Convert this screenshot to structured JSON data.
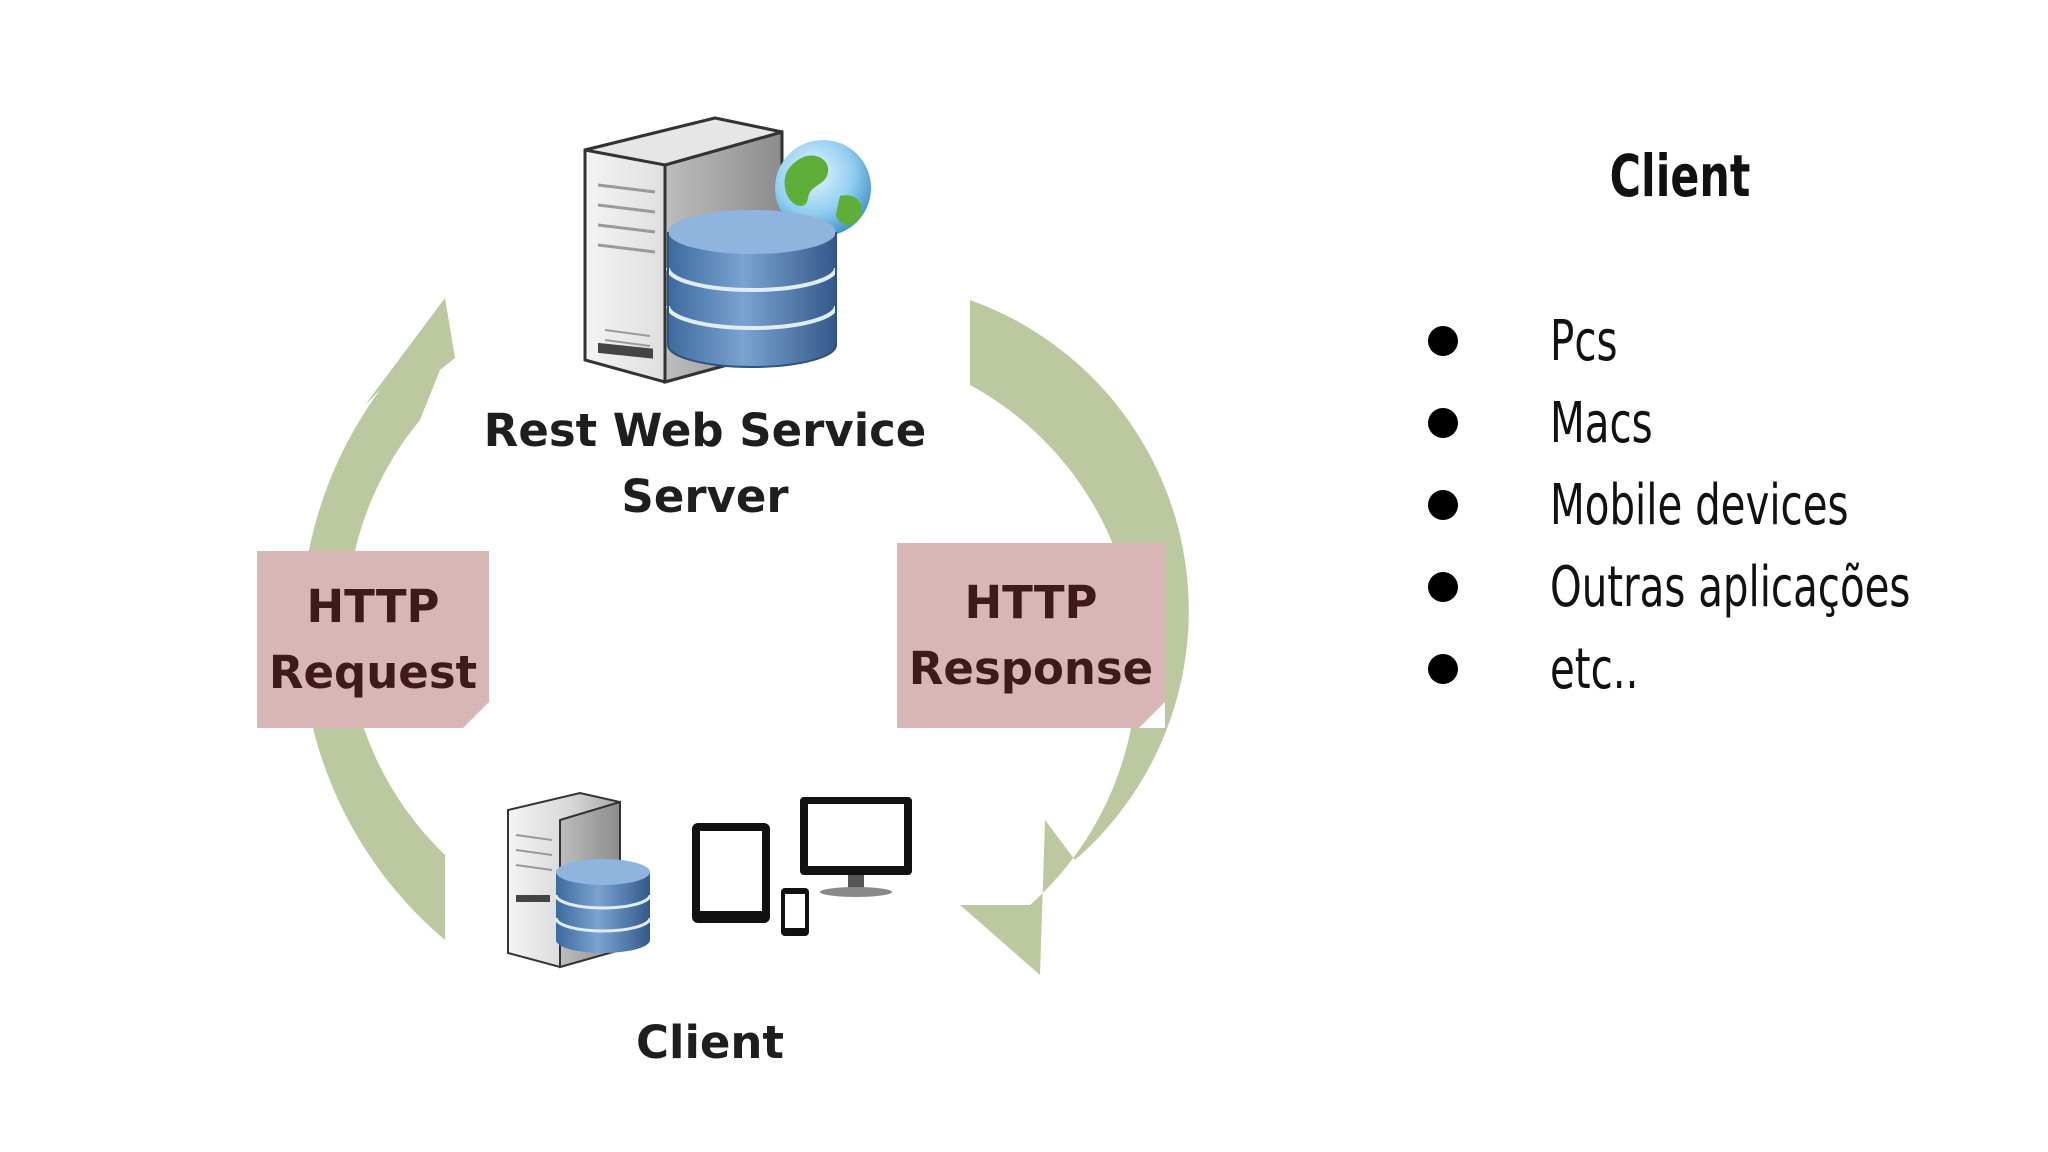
{
  "diagram": {
    "server_label_line1": "Rest Web Service",
    "server_label_line2": "Server",
    "client_label": "Client",
    "request_line1": "HTTP",
    "request_line2": "Request",
    "response_line1": "HTTP",
    "response_line2": "Response",
    "colors": {
      "arrow": "#bcc9a0",
      "message_box": "#d9b6b6",
      "message_text": "#3f1a1a",
      "database_blue": "#4f7fb3"
    }
  },
  "panel": {
    "title": "Client",
    "items": [
      "Pcs",
      "Macs",
      "Mobile devices",
      "Outras aplicações",
      "etc.."
    ]
  }
}
